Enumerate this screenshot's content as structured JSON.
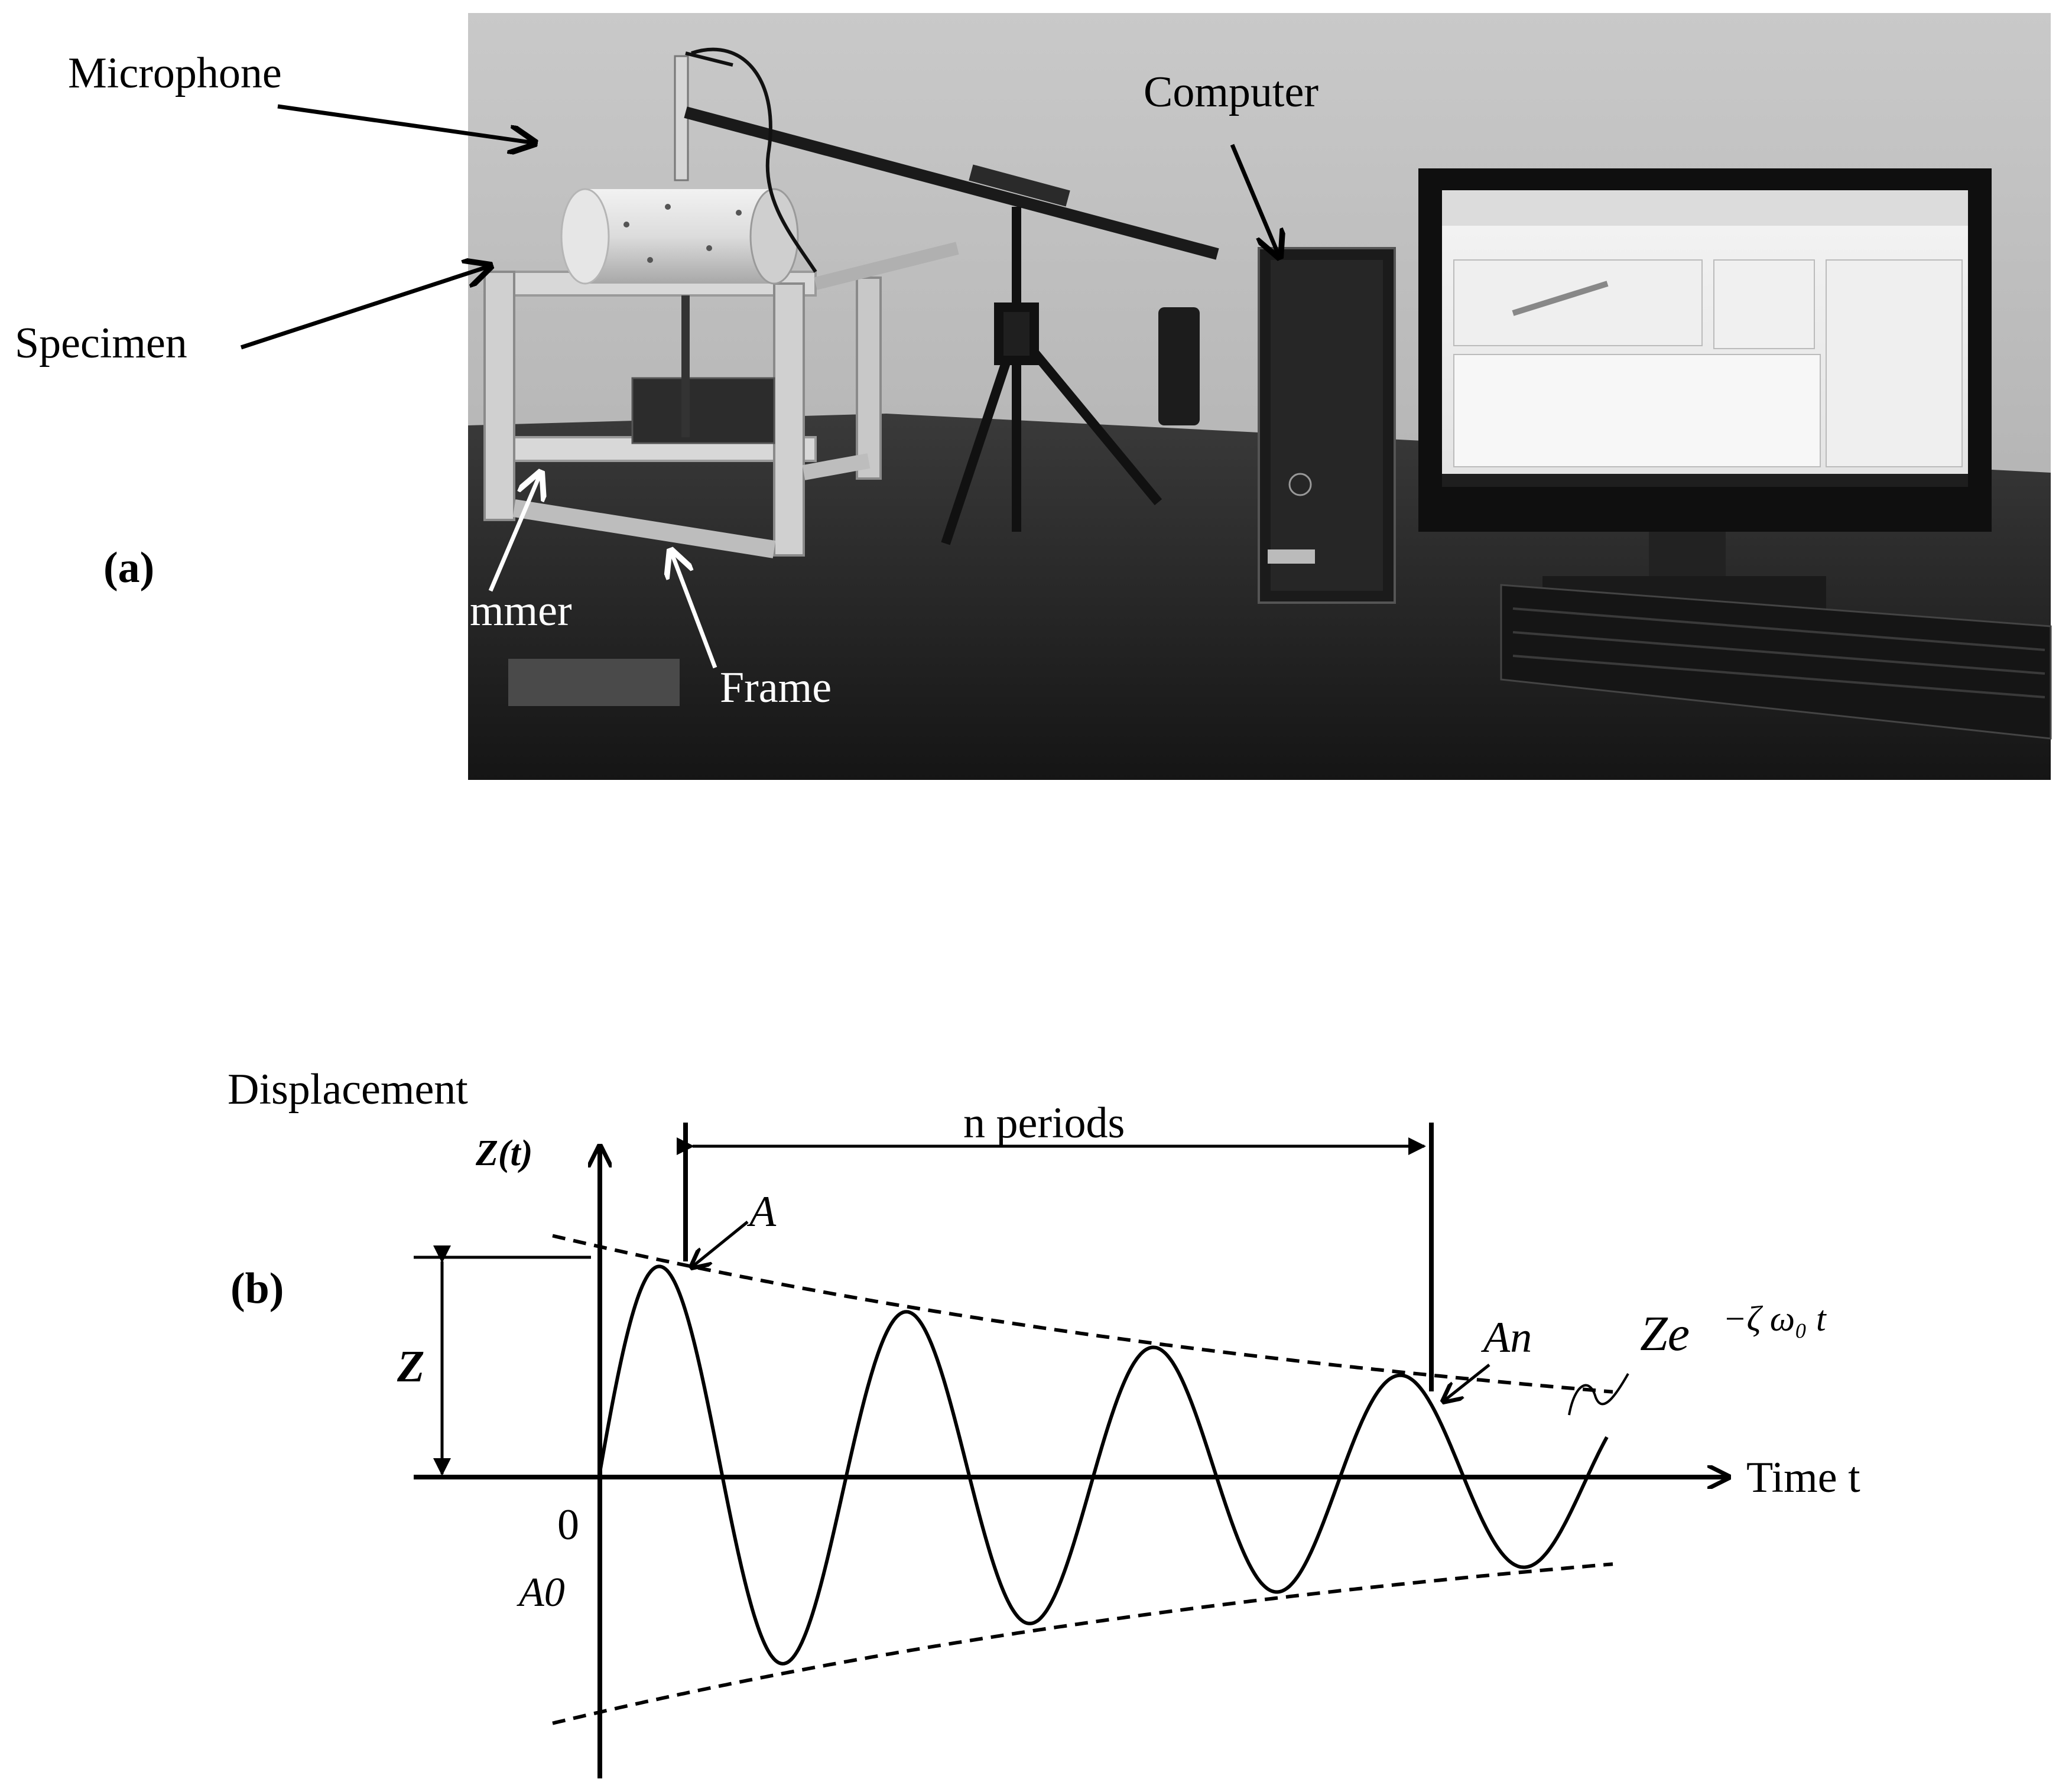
{
  "panel_a": {
    "label": "(a)",
    "callouts": {
      "microphone": "Microphone",
      "specimen": "Specimen",
      "computer": "Computer",
      "hammer": "mmer",
      "frame": "Frame"
    },
    "photo_colors": {
      "wall": "#bdbdbd",
      "desk": "#2a2a2a",
      "frame": "#d9d9d9",
      "specimen": "#e8e8e8"
    }
  },
  "panel_b": {
    "label": "(b)",
    "y_axis_title": "Displacement",
    "y_axis_symbol": "Z(t)",
    "x_axis_title": "Time t",
    "origin_label": "0",
    "amplitude_label": "Z",
    "peak_first_label": "A",
    "peak_n_label": "An",
    "initial_label": "A0",
    "periods_label": "n periods",
    "envelope_label": "Ze^{-ζ ω0 t}",
    "envelope_parts": {
      "base": "Ze",
      "exponent": "−ζ ω₀ t"
    },
    "chart_data": {
      "type": "line",
      "description_free": true,
      "series": [
        {
          "name": "",
          "style": "solid",
          "function": "damped_oscillation"
        },
        {
          "name": "",
          "style": "dashed",
          "function": "upper_envelope"
        },
        {
          "name": "",
          "style": "dashed",
          "function": "lower_envelope"
        }
      ],
      "envelope_decay_ratio_end": 0.27,
      "oscillation_cycles_shown": 4.3,
      "grid": false
    }
  }
}
